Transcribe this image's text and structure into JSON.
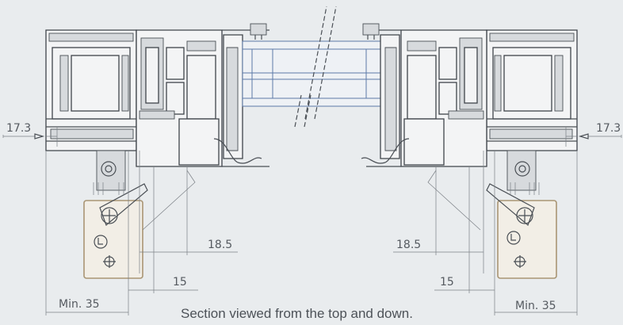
{
  "dimensions": {
    "left_offset": "17.3",
    "right_offset": "17.3",
    "left_gap": "18.5",
    "right_gap": "18.5",
    "left_clearance": "15",
    "right_clearance": "15",
    "left_min": "Min. 35",
    "right_min": "Min. 35"
  },
  "caption": "Section viewed from the top and down.",
  "colors": {
    "background": "#e9ecee",
    "profile_line": "#3f444a",
    "glass_line": "#5c79a8",
    "hardware": "#a99574"
  }
}
